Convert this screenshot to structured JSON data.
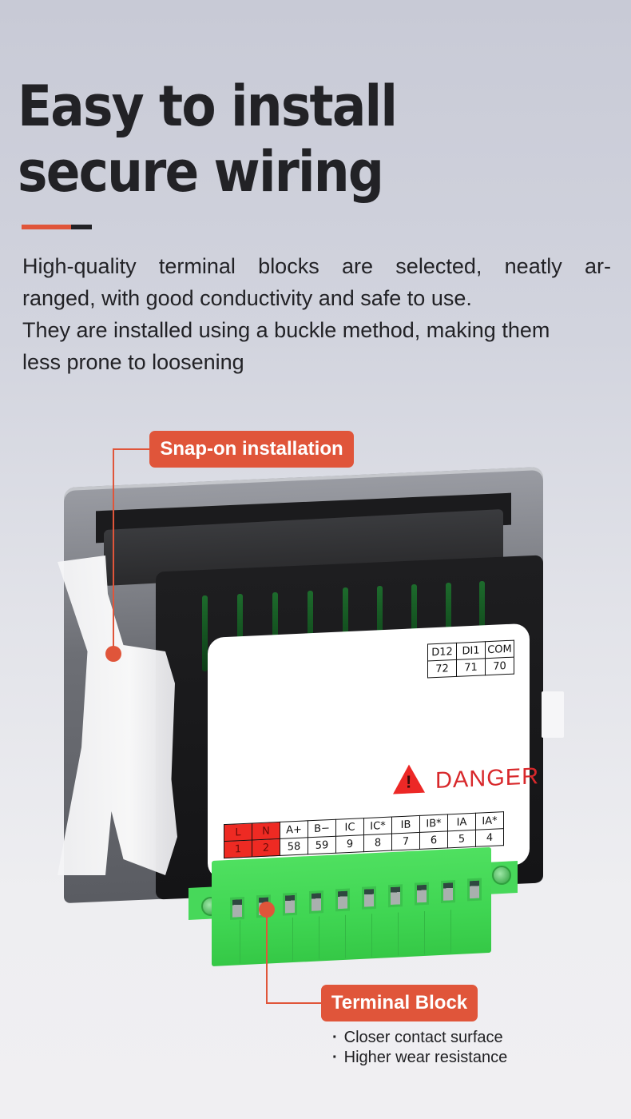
{
  "header": {
    "title_lines": [
      "Easy to install",
      "secure wiring"
    ],
    "accent_colors": {
      "primary": "#e0553a",
      "secondary": "#222226"
    }
  },
  "description": {
    "paragraphs": [
      "High-quality terminal blocks are selected, neatly ar-ranged, with good conductivity and safe to use.",
      "They are installed using a buckle method, making them less prone to loosening"
    ],
    "lines": [
      "High-quality terminal blocks are selected, neatly ar-",
      "ranged, with good conductivity and safe to use.",
      "They are installed using a buckle method, making them",
      "less prone to loosening"
    ]
  },
  "callouts": {
    "snap_on": {
      "label": "Snap-on installation"
    },
    "terminal_block": {
      "label": "Terminal Block",
      "features": [
        "Closer contact surface",
        "Higher wear resistance"
      ]
    }
  },
  "device": {
    "top_table": {
      "labels": [
        "D12",
        "DI1",
        "COM"
      ],
      "numbers": [
        "72",
        "71",
        "70"
      ]
    },
    "warning": {
      "icon": "warning-triangle-icon",
      "symbol": "!",
      "text": "DANGER",
      "color": "#d8282b"
    },
    "bottom_table": {
      "labels": [
        "L",
        "N",
        "A+",
        "B−",
        "IC",
        "IC*",
        "IB",
        "IB*",
        "IA",
        "IA*"
      ],
      "numbers": [
        "1",
        "2",
        "58",
        "59",
        "9",
        "8",
        "7",
        "6",
        "5",
        "4"
      ]
    },
    "terminal_color": "#3fd552",
    "terminal_slots": 10
  }
}
